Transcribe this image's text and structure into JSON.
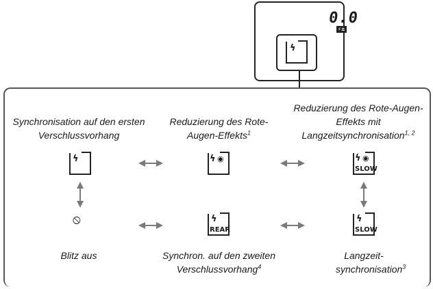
{
  "display": {
    "exposure_comp": "0.0",
    "badge": "⚡±"
  },
  "modes": {
    "front_curtain": {
      "label": "Synchronisation auf den ersten Verschlussvorhang",
      "icon": "flash-bracket-icon"
    },
    "red_eye": {
      "label": "Reduzierung des Rote-Augen-Effekts",
      "note": "1",
      "icon": "flash-red-eye-icon"
    },
    "red_eye_slow": {
      "label": "Reduzierung des Rote-Augen-Effekts mit Langzeitsynchronisation",
      "note": "1, 2",
      "icon": "flash-red-eye-slow-icon",
      "tag": "SLOW"
    },
    "off": {
      "label": "Blitz aus",
      "icon": "flash-off-icon"
    },
    "rear_curtain": {
      "label": "Synchron. auf den zweiten Verschlussvorhang",
      "note": "4",
      "icon": "flash-rear-icon",
      "tag": "REAR"
    },
    "slow_sync": {
      "label": "Langzeit-synchronisation",
      "note": "3",
      "icon": "flash-slow-icon",
      "tag": "SLOW"
    }
  },
  "glyphs": {
    "flash": "ϟ",
    "eye": "◉",
    "off": "⦸"
  },
  "colors": {
    "arrow": "#7a7a7a",
    "line": "#222222"
  }
}
